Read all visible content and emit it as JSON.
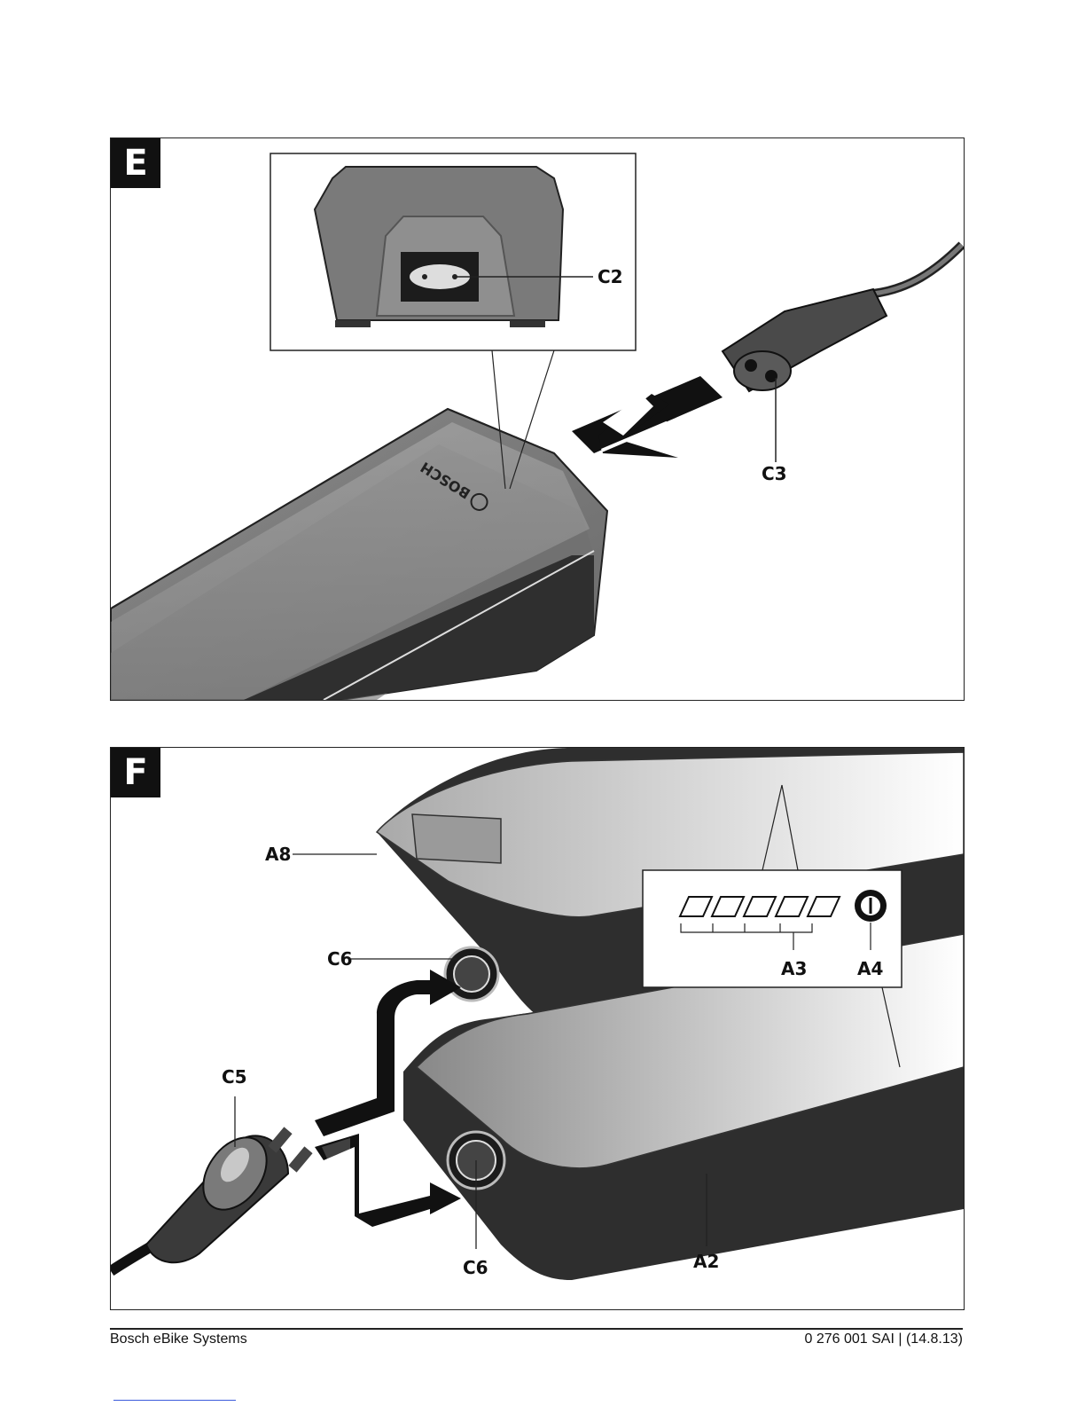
{
  "figures": [
    {
      "tag": "E",
      "callouts": [
        "C2",
        "C3"
      ],
      "brand": "BOSCH"
    },
    {
      "tag": "F",
      "callouts": [
        "A8",
        "C6",
        "A3",
        "A4",
        "C5",
        "C6",
        "A2"
      ],
      "power_symbol": "power-icon"
    }
  ],
  "footer": {
    "left": "Bosch eBike Systems",
    "right": "0 276 001 SAI | (14.8.13)"
  }
}
